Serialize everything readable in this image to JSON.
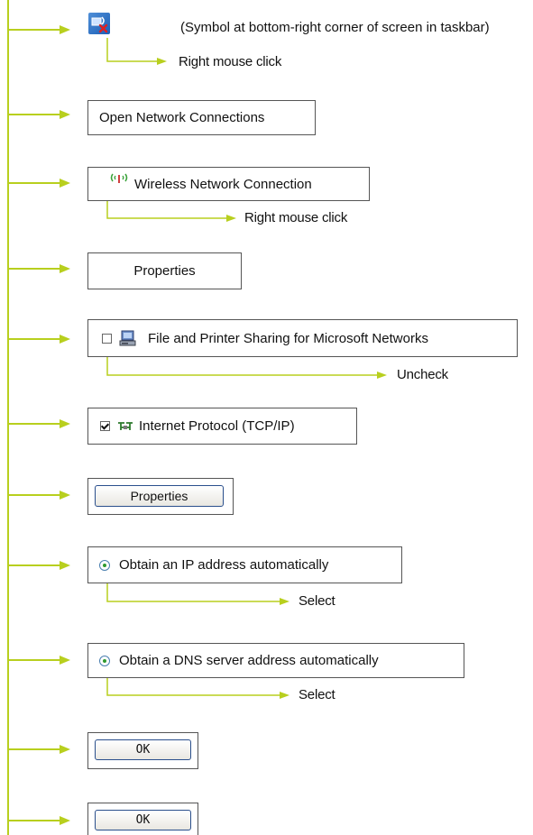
{
  "colors": {
    "connector": "#b8cf1e",
    "text": "#111111",
    "box_border": "#555555"
  },
  "tray_note": "(Symbol at bottom-right corner of screen in taskbar)",
  "steps": [
    {
      "icon": "network-tray-icon"
    },
    {
      "label": "Open Network Connections"
    },
    {
      "icon": "wireless-antenna-icon",
      "label": "Wireless Network Connection"
    },
    {
      "label": "Properties"
    },
    {
      "icon": "computer-share-icon",
      "label": "File and Printer Sharing for Microsoft Networks",
      "checked": false
    },
    {
      "icon": "network-protocol-icon",
      "label": "Internet Protocol (TCP/IP)",
      "checked": true
    },
    {
      "label": "Properties"
    },
    {
      "label": "Obtain an IP address automatically",
      "selected": true
    },
    {
      "label": "Obtain a DNS server address automatically",
      "selected": true
    },
    {
      "label": "OK"
    },
    {
      "label": "OK"
    }
  ],
  "actions": {
    "right_click_1": "Right mouse click",
    "right_click_2": "Right mouse click",
    "uncheck": "Uncheck",
    "select_1": "Select",
    "select_2": "Select"
  }
}
